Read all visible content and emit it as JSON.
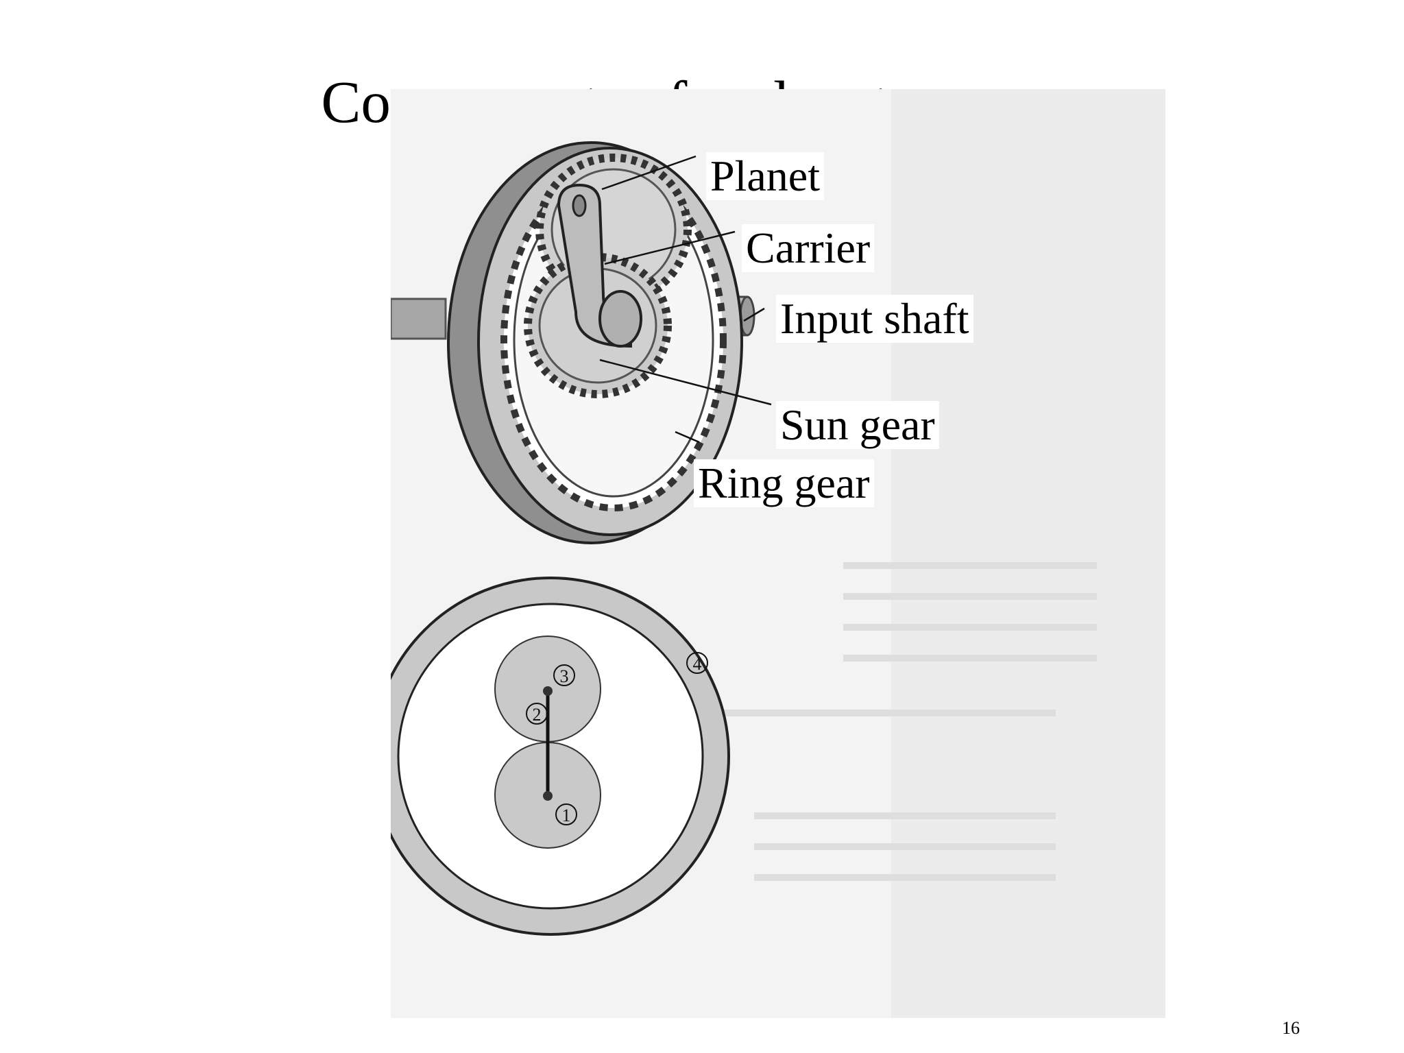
{
  "slide": {
    "title": "Components of a planetary gear",
    "page_number": "16"
  },
  "labels": {
    "planet": "Planet",
    "carrier": "Carrier",
    "input_shaft": "Input shaft",
    "sun_gear": "Sun gear",
    "ring_gear": "Ring gear"
  },
  "schematic": {
    "gear_numbers": [
      "1",
      "2",
      "3",
      "4"
    ]
  },
  "colors": {
    "gear_fill": "#c9c9c9",
    "gear_dark": "#8a8a8a",
    "scan_bg": "#f0f0f0",
    "ink": "#000000"
  }
}
